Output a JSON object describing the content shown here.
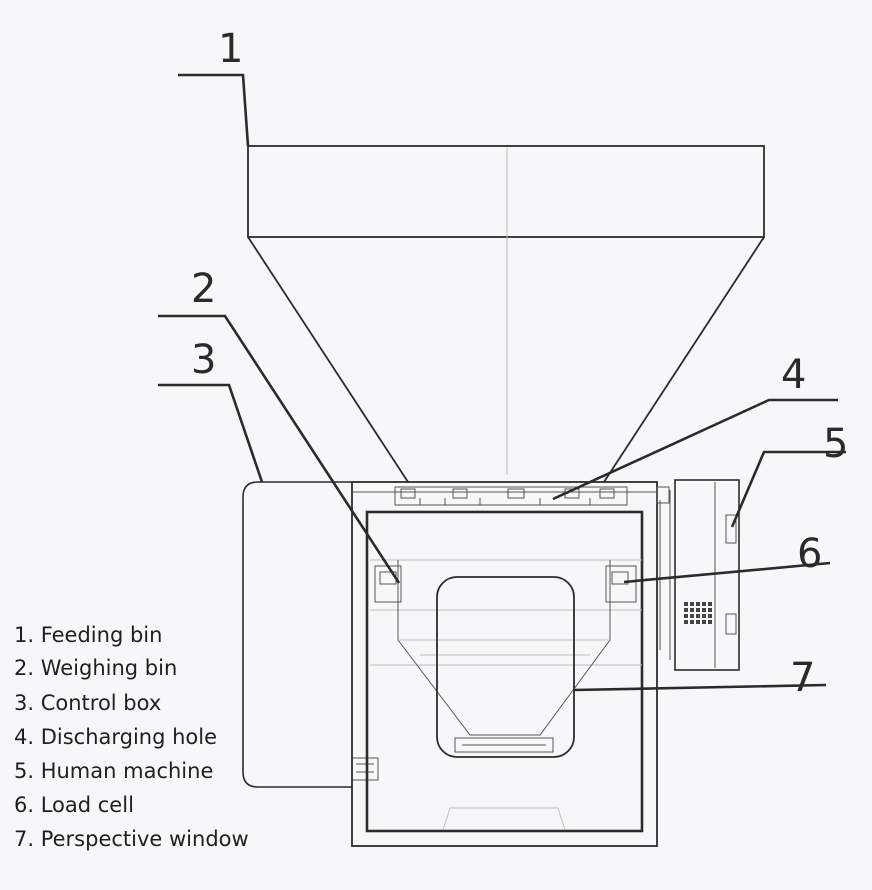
{
  "callouts": {
    "c1": "1",
    "c2": "2",
    "c3": "3",
    "c4": "4",
    "c5": "5",
    "c6": "6",
    "c7": "7"
  },
  "legend": [
    "1. Feeding bin",
    "2. Weighing bin",
    "3. Control box",
    "4. Discharging hole",
    "5. Human machine",
    "6. Load cell",
    "7. Perspective window"
  ]
}
